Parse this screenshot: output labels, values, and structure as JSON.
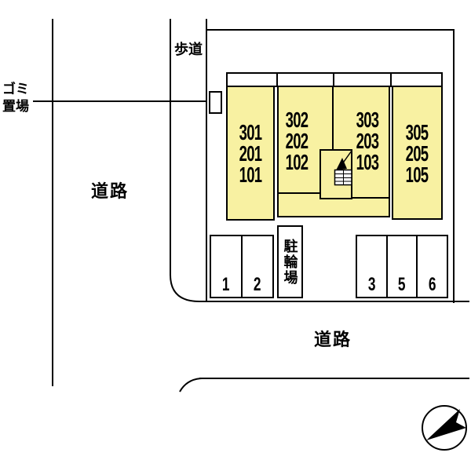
{
  "labels": {
    "sidewalk": "歩道",
    "garbage_line1": "ゴミ",
    "garbage_line2": "置場",
    "road_left": "道路",
    "road_bottom": "道路",
    "bicycle_parking": "駐輪場"
  },
  "building": {
    "columns": [
      [
        "301",
        "201",
        "101"
      ],
      [
        "302",
        "202",
        "102"
      ],
      [
        "303",
        "203",
        "103"
      ],
      [
        "305",
        "205",
        "105"
      ]
    ]
  },
  "parking": {
    "left": [
      "1",
      "2"
    ],
    "right": [
      "3",
      "5",
      "6"
    ]
  },
  "icons": {
    "compass": "north-arrow",
    "stairs": "staircase-with-up-arrow"
  },
  "colors": {
    "building_fill": "#F8F1A2",
    "line": "#000000",
    "background": "#FFFFFF"
  }
}
